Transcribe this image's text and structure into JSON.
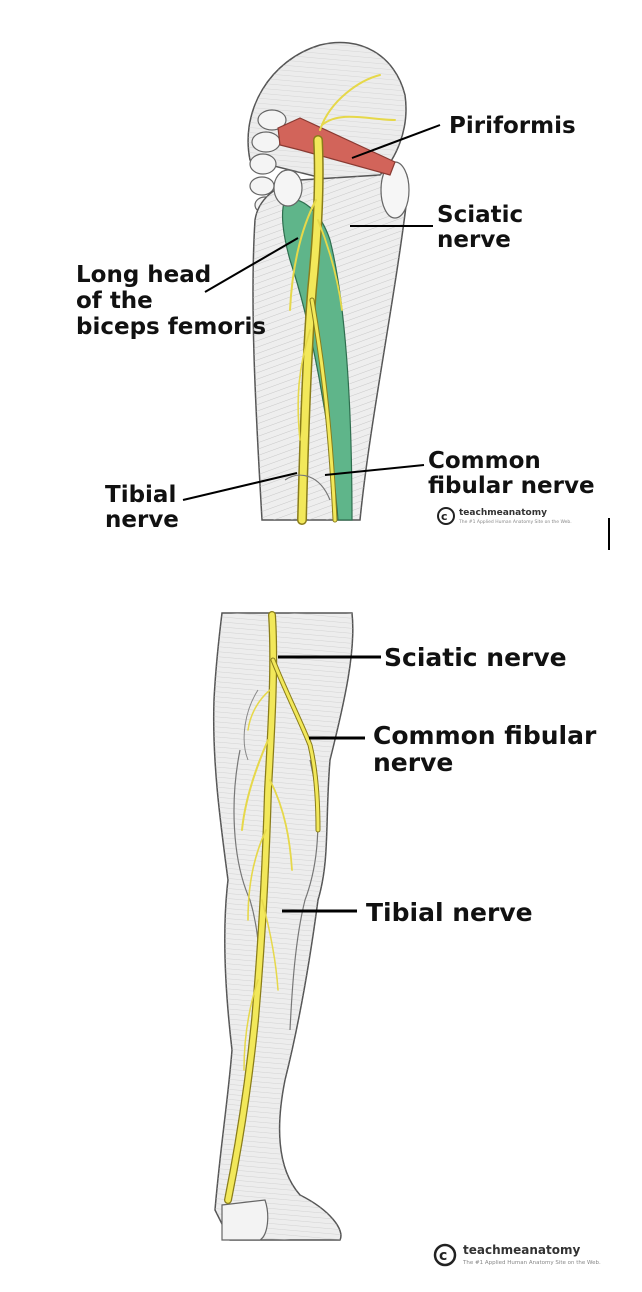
{
  "top_panel": {
    "labels": {
      "piriformis": "Piriformis",
      "sciatic_line1": "Sciatic",
      "sciatic_line2": "nerve",
      "long_head_line1": "Long head",
      "long_head_line2": "of the",
      "long_head_line3": "biceps femoris",
      "common_fibular_line1": "Common",
      "common_fibular_line2": "fibular nerve",
      "tibial_line1": "Tibial",
      "tibial_line2": "nerve"
    },
    "watermark": {
      "icon": "copyright-icon",
      "name": "teachmeanatomy",
      "tagline": "The #1 Applied Human Anatomy Site on the Web."
    }
  },
  "bottom_panel": {
    "labels": {
      "sciatic": "Sciatic nerve",
      "common_fibular_line1": "Common fibular",
      "common_fibular_line2": "nerve",
      "tibial": "Tibial nerve"
    },
    "watermark": {
      "icon": "copyright-icon",
      "name": "teachmeanatomy",
      "tagline": "The #1 Applied Human Anatomy Site on the Web."
    }
  },
  "colors": {
    "nerve": "#f2e85a",
    "muscle_green": "#5fb58a",
    "piriformis_red": "#d2645a",
    "bone_outline": "#555555"
  }
}
